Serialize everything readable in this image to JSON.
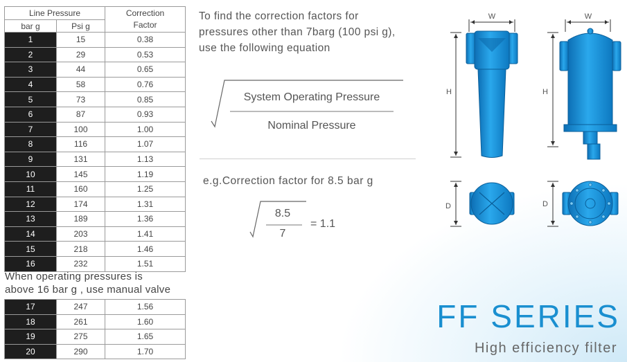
{
  "table_headers": {
    "line_pressure": "Line Pressure",
    "correction_factor_line1": "Correction",
    "correction_factor_line2": "Factor",
    "bar_g": "bar g",
    "psi_g": "Psi g"
  },
  "rows": [
    {
      "bar": "1",
      "psi": "15",
      "cf": "0.38"
    },
    {
      "bar": "2",
      "psi": "29",
      "cf": "0.53"
    },
    {
      "bar": "3",
      "psi": "44",
      "cf": "0.65"
    },
    {
      "bar": "4",
      "psi": "58",
      "cf": "0.76"
    },
    {
      "bar": "5",
      "psi": "73",
      "cf": "0.85"
    },
    {
      "bar": "6",
      "psi": "87",
      "cf": "0.93"
    },
    {
      "bar": "7",
      "psi": "100",
      "cf": "1.00"
    },
    {
      "bar": "8",
      "psi": "116",
      "cf": "1.07"
    },
    {
      "bar": "9",
      "psi": "131",
      "cf": "1.13"
    },
    {
      "bar": "10",
      "psi": "145",
      "cf": "1.19"
    },
    {
      "bar": "11",
      "psi": "160",
      "cf": "1.25"
    },
    {
      "bar": "12",
      "psi": "174",
      "cf": "1.31"
    },
    {
      "bar": "13",
      "psi": "189",
      "cf": "1.36"
    },
    {
      "bar": "14",
      "psi": "203",
      "cf": "1.41"
    },
    {
      "bar": "15",
      "psi": "218",
      "cf": "1.46"
    },
    {
      "bar": "16",
      "psi": "232",
      "cf": "1.51"
    }
  ],
  "note_line1": "When operating pressures is",
  "note_line2": "above 16 bar g , use manual valve",
  "extra_rows": [
    {
      "bar": "17",
      "psi": "247",
      "cf": "1.56"
    },
    {
      "bar": "18",
      "psi": "261",
      "cf": "1.60"
    },
    {
      "bar": "19",
      "psi": "275",
      "cf": "1.65"
    },
    {
      "bar": "20",
      "psi": "290",
      "cf": "1.70"
    }
  ],
  "intro_line1": "To find the correction factors for",
  "intro_line2": "pressures other than 7barg (100 psi g),",
  "intro_line3": "use the following equation",
  "equation": {
    "numerator": "System Operating Pressure",
    "denominator": "Nominal Pressure"
  },
  "example": {
    "text": "e.g.Correction factor for 8.5 bar g",
    "numerator": "8.5",
    "denominator": "7",
    "result": "= 1.1"
  },
  "diagram_labels": {
    "width": "W",
    "height": "H",
    "depth": "D"
  },
  "colors": {
    "filter_blue": "#1d9be0",
    "series_blue": "#1a8fd0",
    "bar_cell": "#1e1e1e"
  },
  "series_title": "FF SERIES",
  "tagline": "High efficiency filter"
}
